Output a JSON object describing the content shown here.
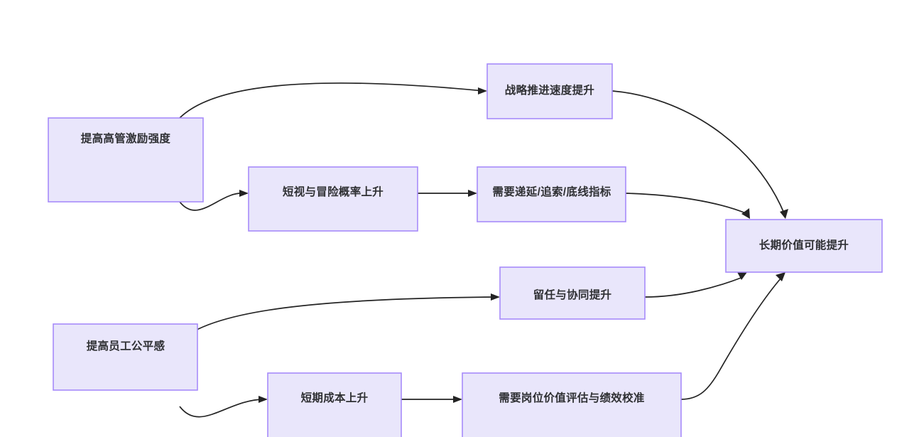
{
  "diagram": {
    "type": "flowchart",
    "direction": "left-to-right",
    "background_color": "#ffffff",
    "node_fill_color": "#e9e6fb",
    "node_border_color": "#a78bfa",
    "node_text_color": "#2f3033",
    "edge_color": "#232323",
    "nodes": [
      {
        "id": "n1",
        "label": "提高高管激励强度"
      },
      {
        "id": "n2",
        "label": "战略推进速度提升"
      },
      {
        "id": "n3",
        "label": "短视与冒险概率上升"
      },
      {
        "id": "n4",
        "label": "需要递延/追索/底线指标"
      },
      {
        "id": "n5",
        "label": "长期价值可能提升"
      },
      {
        "id": "n6",
        "label": "提高员工公平感"
      },
      {
        "id": "n7",
        "label": "留任与协同提升"
      },
      {
        "id": "n8",
        "label": "短期成本上升"
      },
      {
        "id": "n9",
        "label": "需要岗位价值评估与绩效校准"
      }
    ],
    "edges": [
      {
        "from": "n1",
        "to": "n2"
      },
      {
        "from": "n1",
        "to": "n3"
      },
      {
        "from": "n3",
        "to": "n4"
      },
      {
        "from": "n2",
        "to": "n5"
      },
      {
        "from": "n4",
        "to": "n5"
      },
      {
        "from": "n6",
        "to": "n7"
      },
      {
        "from": "n6",
        "to": "n8"
      },
      {
        "from": "n8",
        "to": "n9"
      },
      {
        "from": "n7",
        "to": "n5"
      },
      {
        "from": "n9",
        "to": "n5"
      }
    ]
  }
}
